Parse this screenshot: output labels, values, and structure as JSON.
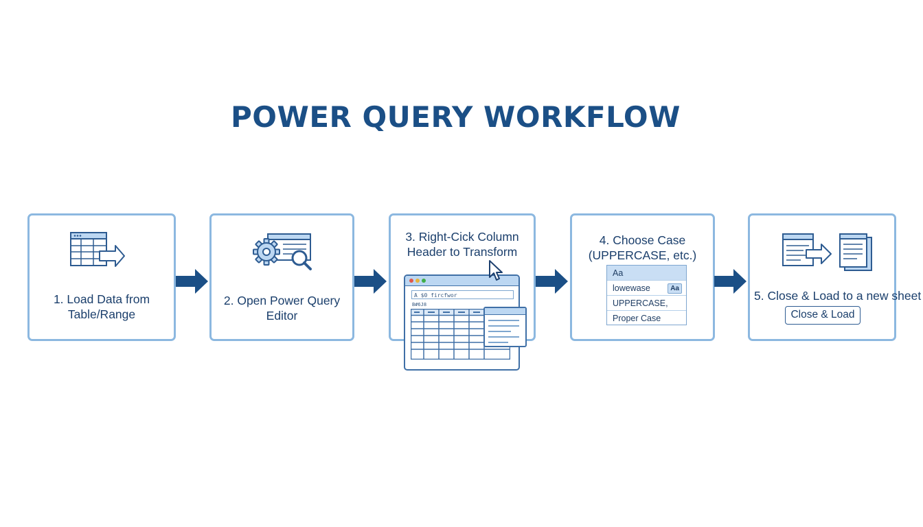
{
  "title": "POWER QUERY WORKFLOW",
  "steps": [
    {
      "label": "1. Load Data from\nTable/Range",
      "icon": "table-export-icon"
    },
    {
      "label": "2. Open Power Query\nEditor",
      "icon": "gear-search-icon"
    },
    {
      "label": "3. Right-Cick Column\nHeader to Transform",
      "icon": "cursor-icon",
      "editor": {
        "search_text": "A  $0  fircfwor",
        "sub_text": "B#6J8"
      }
    },
    {
      "label": "4. Choose Case\n(UPPERCASE, etc.)",
      "options": [
        "Aa",
        "lowewase",
        "UPPERCASE,",
        "Proper Case"
      ],
      "chip": "Aa",
      "selected": "Aa"
    },
    {
      "label": "5. Close & Load to a new sheet",
      "button": "Close & Load",
      "icon": "document-export-icon"
    }
  ],
  "colors": {
    "title": "#1b4f86",
    "border": "#8cb8e0",
    "arrow": "#1b4f86",
    "icon": "#2d5b91",
    "highlight": "#c9def4"
  }
}
